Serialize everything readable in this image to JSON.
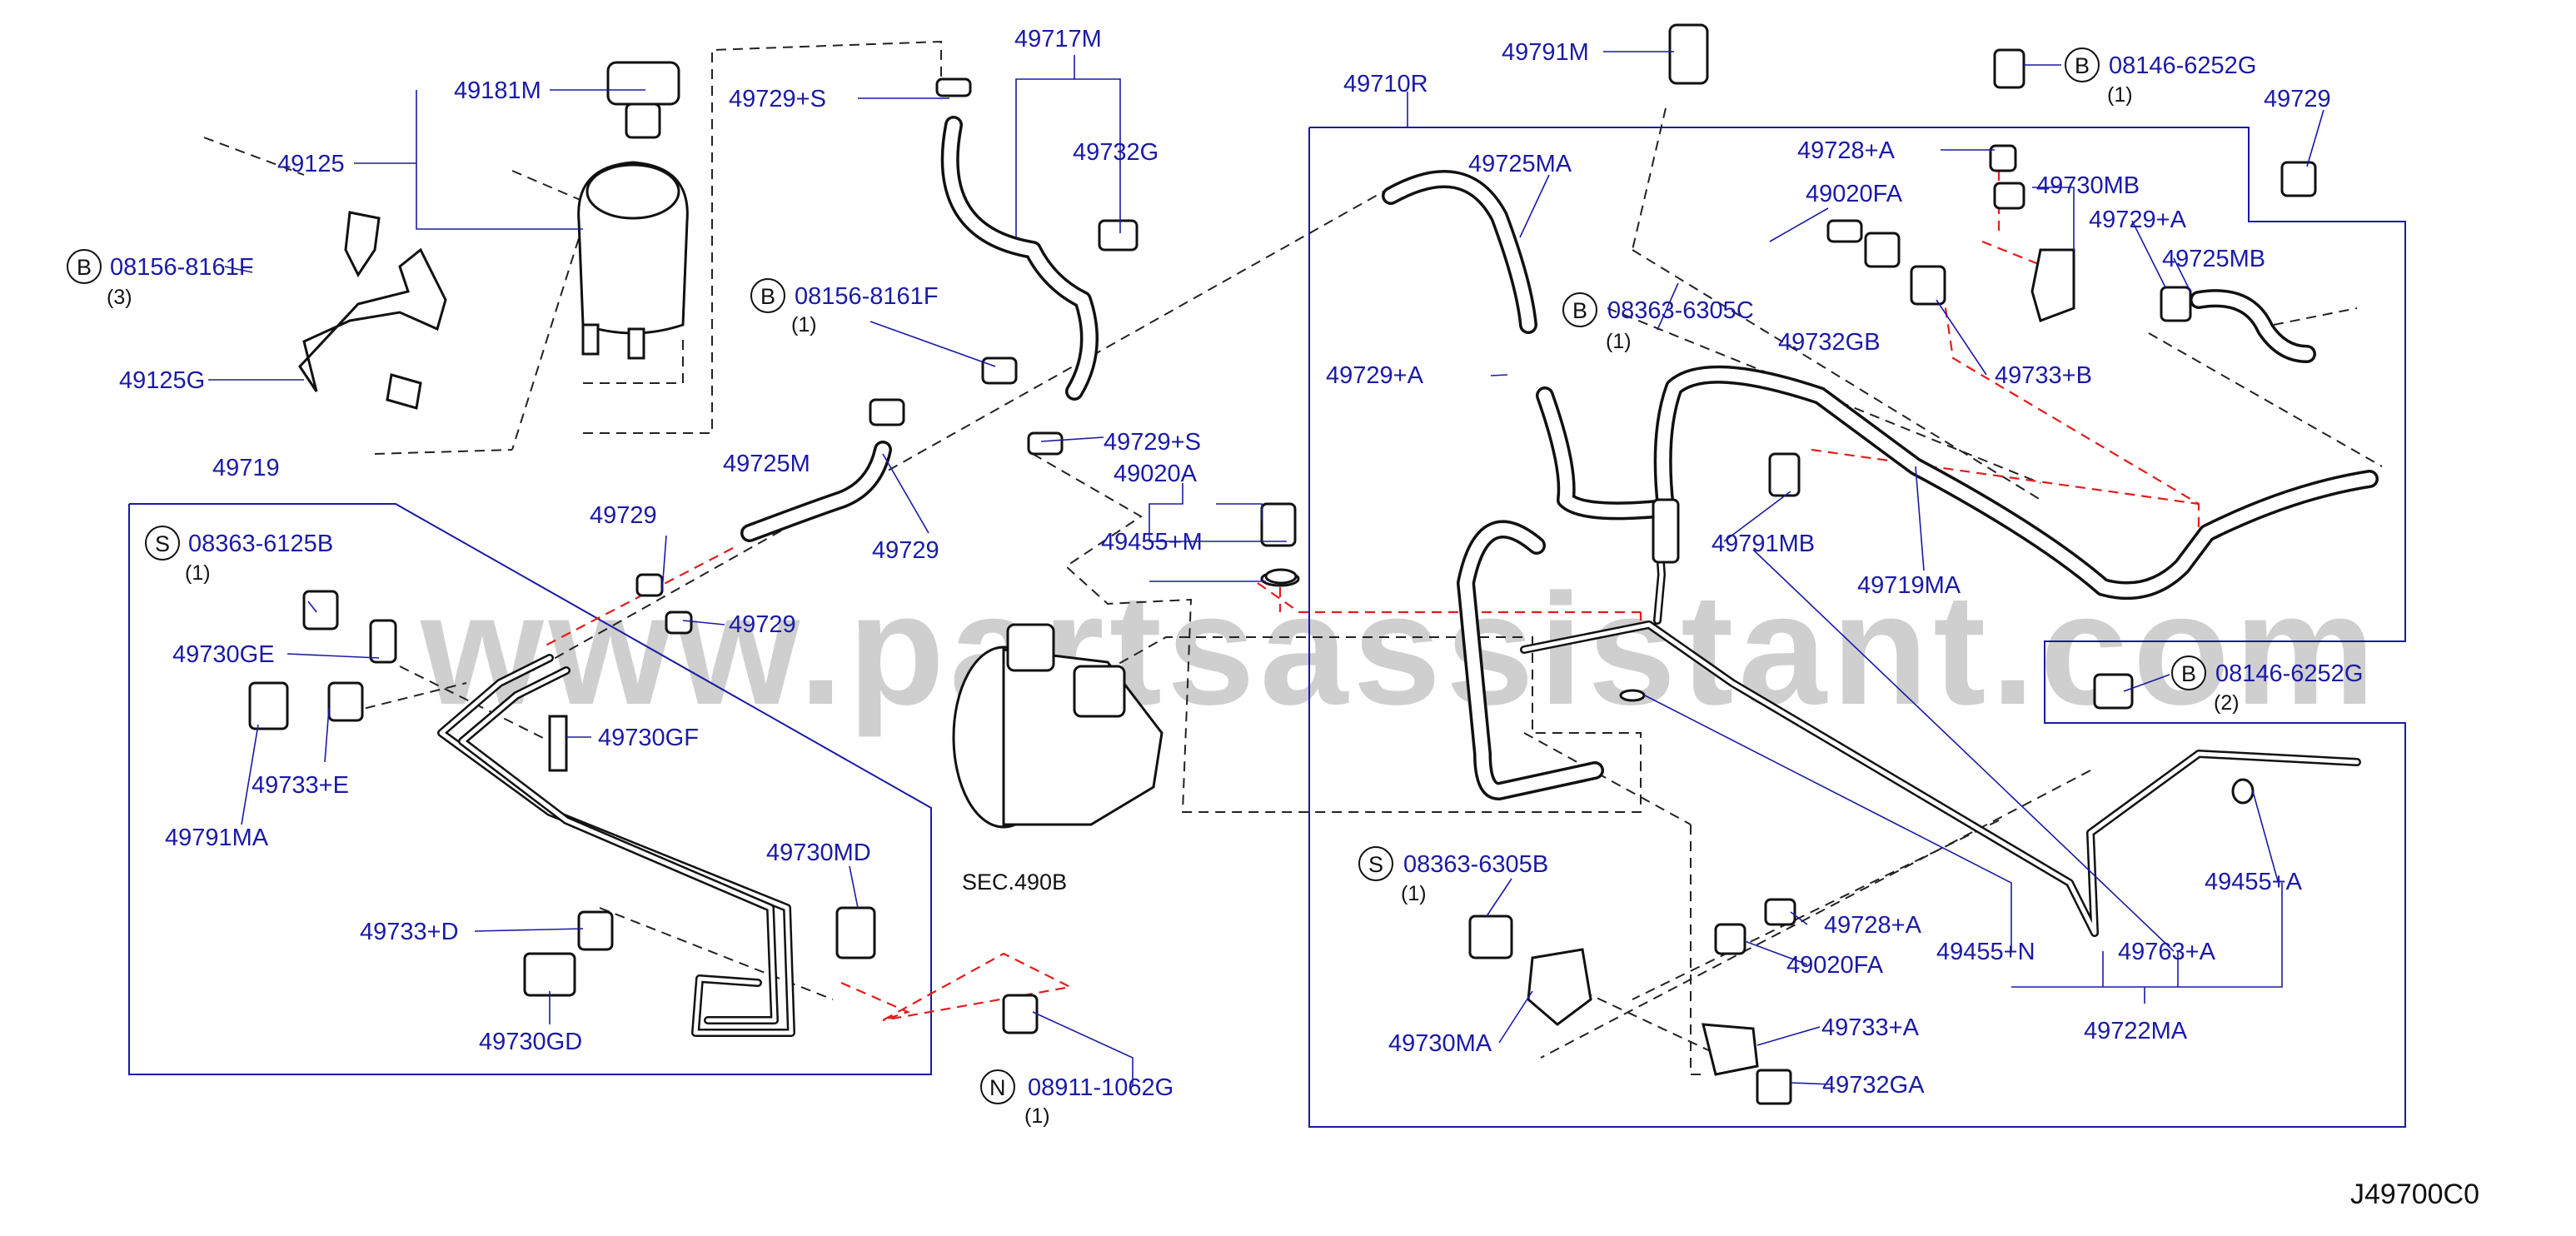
{
  "watermark": "www.partsassistant.com",
  "diagram_ref": "J49700C0",
  "section_ref": "SEC.490B",
  "labels": {
    "l49181M": "49181M",
    "l49125": "49125",
    "l08156_a": "08156-8161F",
    "q08156_a": "(3)",
    "l49125G": "49125G",
    "l49729S_a": "49729+S",
    "l49717M": "49717M",
    "l49732G": "49732G",
    "l08156_b": "08156-8161F",
    "q08156_b": "(1)",
    "l49729S_b": "49729+S",
    "l49725M": "49725M",
    "l49729_a": "49729",
    "l49729_b": "49729",
    "l49729_c": "49729",
    "l49020A": "49020A",
    "l49455M": "49455+M",
    "l49719": "49719",
    "l08363_6125B": "08363-6125B",
    "q08363_6125B": "(1)",
    "l49730GE": "49730GE",
    "l49730GF": "49730GF",
    "l49733E": "49733+E",
    "l49791MA": "49791MA",
    "l49730MD": "49730MD",
    "l49733D": "49733+D",
    "l49730GD": "49730GD",
    "l08911": "08911-1062G",
    "q08911": "(1)",
    "l49791M": "49791M",
    "l08146_a": "08146-6252G",
    "q08146_a": "(1)",
    "l49729_d": "49729",
    "l49710R": "49710R",
    "l49725MA": "49725MA",
    "l49728A_a": "49728+A",
    "l49730MB": "49730MB",
    "l49020FA_a": "49020FA",
    "l49729A_a": "49729+A",
    "l49725MB": "49725MB",
    "l08363_6305C": "08363-6305C",
    "q08363_6305C": "(1)",
    "l49732GB": "49732GB",
    "l49733B": "49733+B",
    "l49729A_b": "49729+A",
    "l49791MB": "49791MB",
    "l49719MA": "49719MA",
    "l08146_b": "08146-6252G",
    "q08146_b": "(2)",
    "l08363_6305B": "08363-6305B",
    "q08363_6305B": "(1)",
    "l49728A_b": "49728+A",
    "l49020FA_b": "49020FA",
    "l49455A": "49455+A",
    "l49730MA": "49730MA",
    "l49455N": "49455+N",
    "l49763A": "49763+A",
    "l49733A": "49733+A",
    "l49722MA": "49722MA",
    "l49732GA": "49732GA"
  },
  "badges": {
    "b1": "B",
    "b2": "B",
    "b3": "B",
    "b4": "B",
    "b5": "B",
    "s1": "S",
    "s2": "S",
    "n1": "N"
  }
}
